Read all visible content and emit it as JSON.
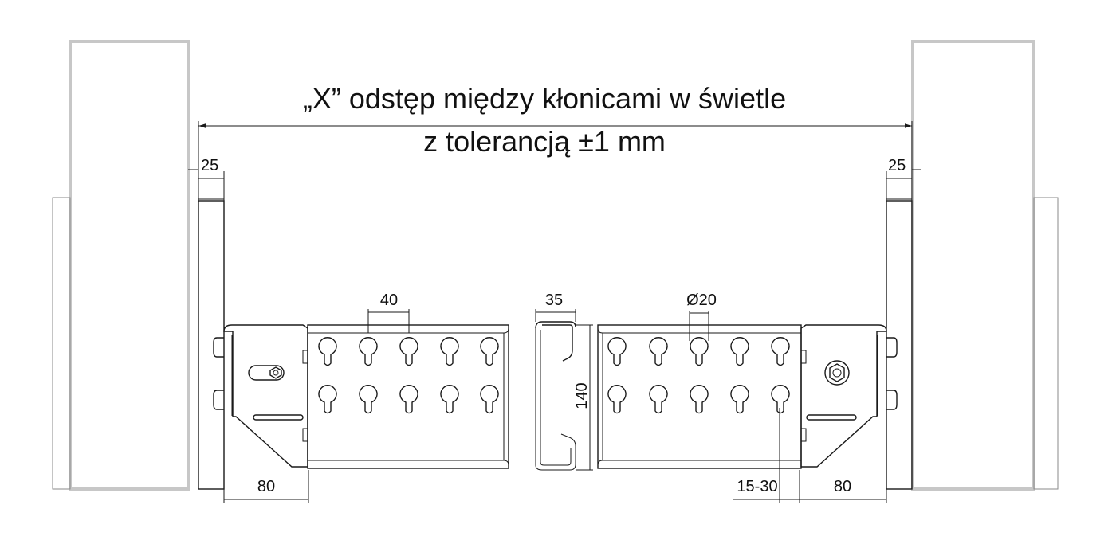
{
  "title": {
    "line1": "„X” odstęp między kłonicami w świetle",
    "line2": "z tolerancją ±1 mm"
  },
  "dimensions": {
    "left_plate": "25",
    "right_plate": "25",
    "hole_pitch": "40",
    "profile_width": "35",
    "profile_height": "140",
    "hole_diameter": "Ø20",
    "left_bracket": "80",
    "right_bracket": "80",
    "adjust_range": "15-30"
  }
}
